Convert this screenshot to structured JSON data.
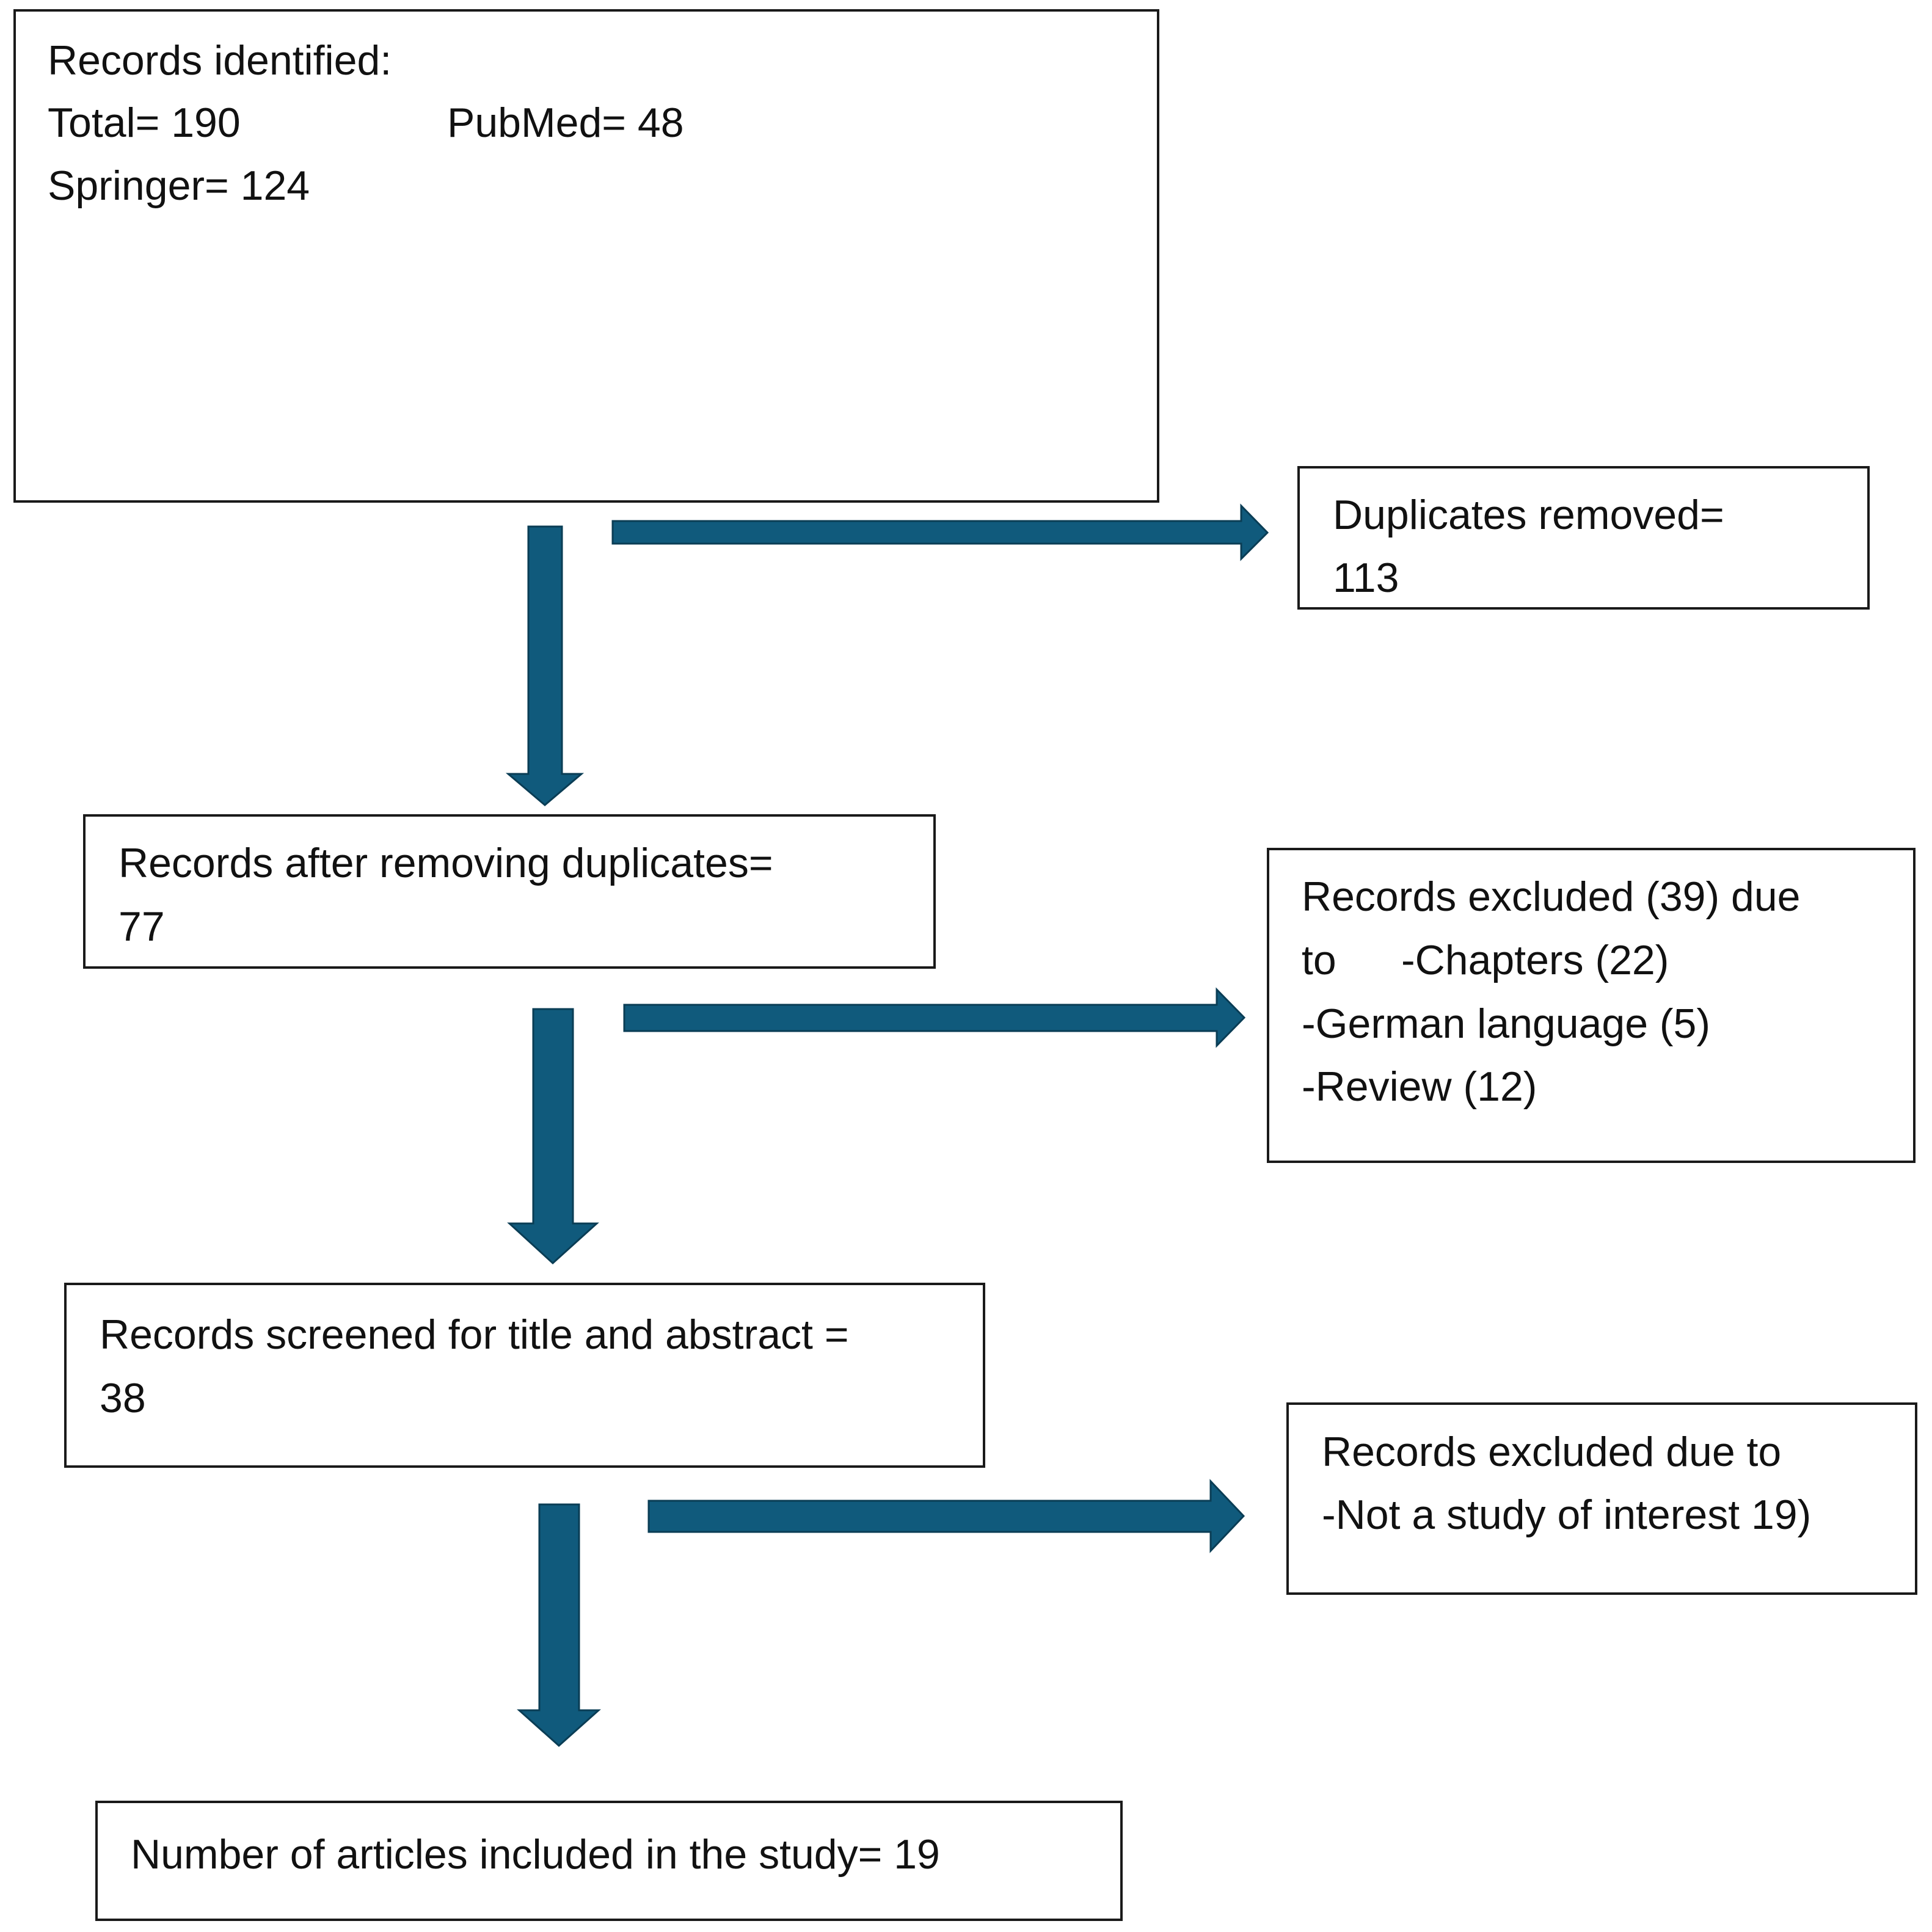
{
  "colors": {
    "arrow_fill": "#105a7c",
    "arrow_stroke": "#0a3d55",
    "box_border": "#1a1a1a",
    "text": "#111111"
  },
  "identified": {
    "heading": "Records identified:",
    "total": "Total= 190",
    "pubmed": "PubMed= 48",
    "springer": "Springer= 124"
  },
  "duplicates": {
    "line1": "Duplicates removed=",
    "line2": "113"
  },
  "after_duplicates": {
    "line1": "Records after removing duplicates=",
    "line2": "77"
  },
  "excluded_1": {
    "line1": "Records excluded (39) due",
    "line2_a": "to",
    "line2_b": "-Chapters (22)",
    "line3": "-German language (5)",
    "line4": "-Review (12)"
  },
  "screened": {
    "line1": "Records screened for title and abstract =",
    "line2": "38"
  },
  "excluded_2": {
    "line1": "Records excluded due to",
    "line2": "-Not a study of interest 19)"
  },
  "included": {
    "line1": "Number of articles included in the study= 19"
  }
}
